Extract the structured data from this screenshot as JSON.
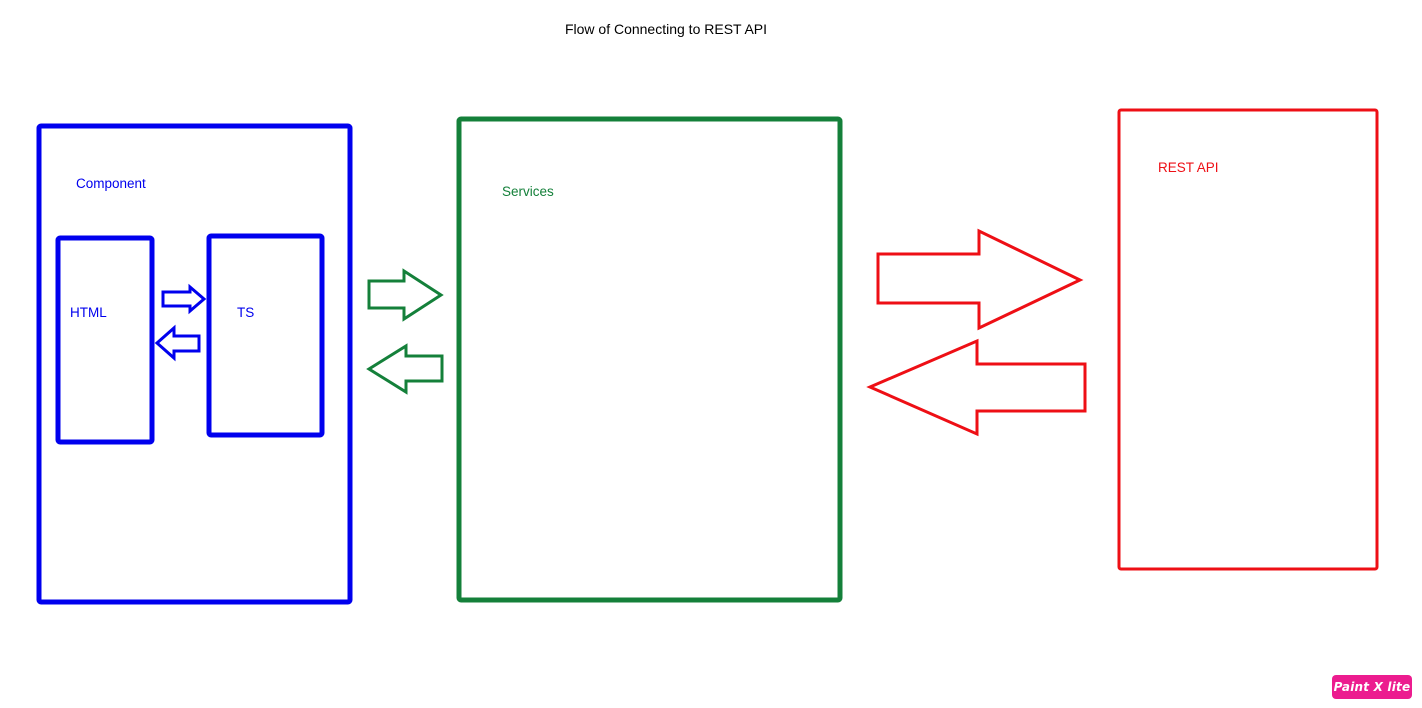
{
  "title": "Flow of Connecting to REST API",
  "colors": {
    "component": "#0000ee",
    "services": "#14803a",
    "rest_api": "#ee0f15",
    "watermark_bg": "#ec1c8f"
  },
  "component": {
    "label": "Component",
    "html_label": "HTML",
    "ts_label": "TS"
  },
  "services": {
    "label": "Services"
  },
  "rest_api": {
    "label": "REST API"
  },
  "watermark": {
    "text": "Paint X lite"
  }
}
